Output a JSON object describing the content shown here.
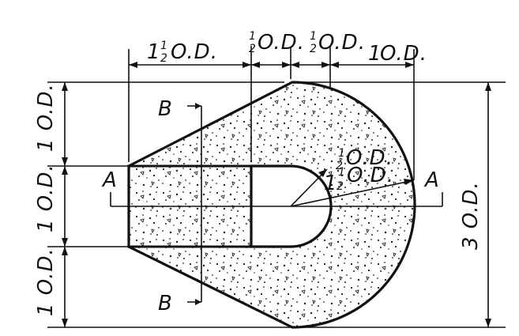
{
  "top_dims": [
    {
      "whole": "1",
      "frac_num": "1",
      "frac_den": "2",
      "unit": "O.D."
    },
    {
      "whole": "",
      "frac_num": "1",
      "frac_den": "2",
      "unit": "O.D."
    },
    {
      "whole": "",
      "frac_num": "1",
      "frac_den": "2",
      "unit": "O.D."
    },
    {
      "whole": "1",
      "frac_num": "",
      "frac_den": "",
      "unit": "O.D."
    }
  ],
  "left_dims": [
    "1 O.D.",
    "1 O.D.",
    "1 O.D."
  ],
  "right_dim": "3 O.D.",
  "inner_dims": [
    {
      "frac_num": "1",
      "frac_den": "2",
      "unit": "O.D."
    },
    {
      "whole": "1",
      "frac_num": "1",
      "frac_den": "2",
      "unit": "O.D."
    }
  ],
  "section_labels": {
    "a": "A",
    "b": "B"
  },
  "colors": {
    "ink": "#111111",
    "paper": "#ffffff"
  }
}
